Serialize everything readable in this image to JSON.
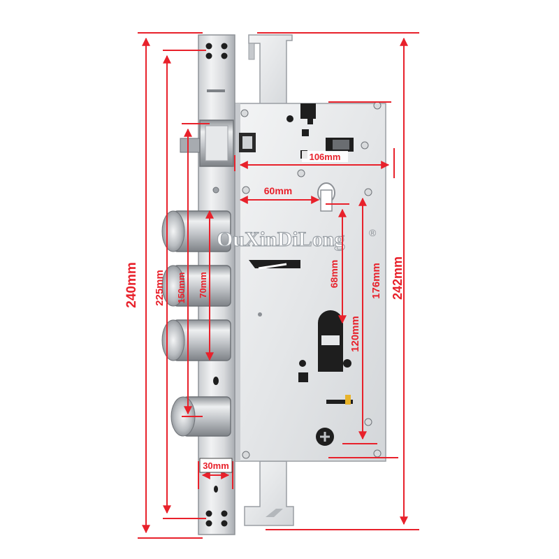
{
  "watermark": {
    "text": "OuXinDiLong",
    "mark": "®"
  },
  "dimensions": {
    "overall_height": "240mm",
    "faceplate_span": "225mm",
    "bolt_span": "150mm",
    "bolt_pitch": "70mm",
    "case_width": "106mm",
    "backset": "60mm",
    "handle_to_cylinder": "68mm",
    "cylinder_to_bottom": "120mm",
    "top_to_bottom_screws": "176mm",
    "case_height": "242mm",
    "bolt_projection": "30mm"
  },
  "colors": {
    "dimension": "#e8212b",
    "steel_light": "#e9eaec",
    "steel_dark": "#b7bbc0",
    "hole": "#1e1e1e"
  }
}
